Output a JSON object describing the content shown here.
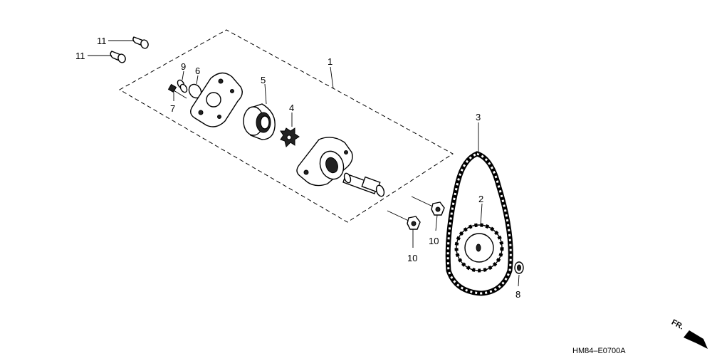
{
  "callouts": {
    "c1": "1",
    "c2": "2",
    "c3": "3",
    "c4": "4",
    "c5": "5",
    "c6": "6",
    "c7": "7",
    "c8": "8",
    "c9": "9",
    "c10a": "10",
    "c10b": "10",
    "c11a": "11",
    "c11b": "11"
  },
  "diagram_code": "HM84–E0700A",
  "direction_label": "FR."
}
